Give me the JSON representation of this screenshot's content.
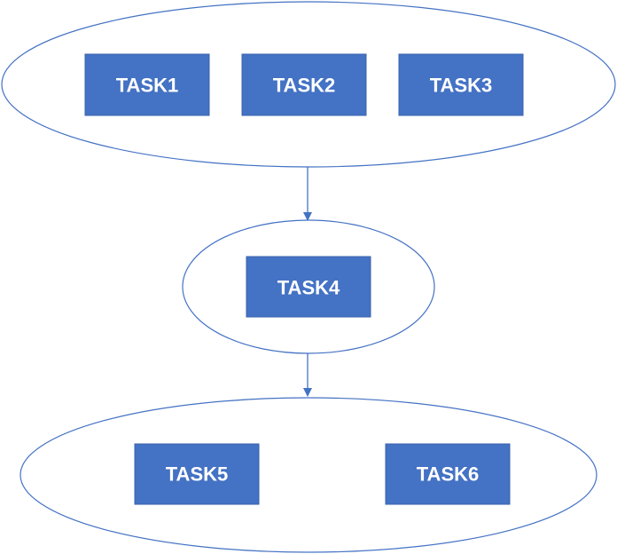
{
  "diagram": {
    "colors": {
      "accent": "#4472c4",
      "task_fill": "#4472c4",
      "task_text": "#ffffff",
      "background": "#ffffff"
    },
    "groups": [
      {
        "name": "group-1",
        "tasks": [
          {
            "label": "TASK1"
          },
          {
            "label": "TASK2"
          },
          {
            "label": "TASK3"
          }
        ]
      },
      {
        "name": "group-2",
        "tasks": [
          {
            "label": "TASK4"
          }
        ]
      },
      {
        "name": "group-3",
        "tasks": [
          {
            "label": "TASK5"
          },
          {
            "label": "TASK6"
          }
        ]
      }
    ],
    "connections": [
      {
        "from": "group-1",
        "to": "group-2"
      },
      {
        "from": "group-2",
        "to": "group-3"
      }
    ]
  }
}
